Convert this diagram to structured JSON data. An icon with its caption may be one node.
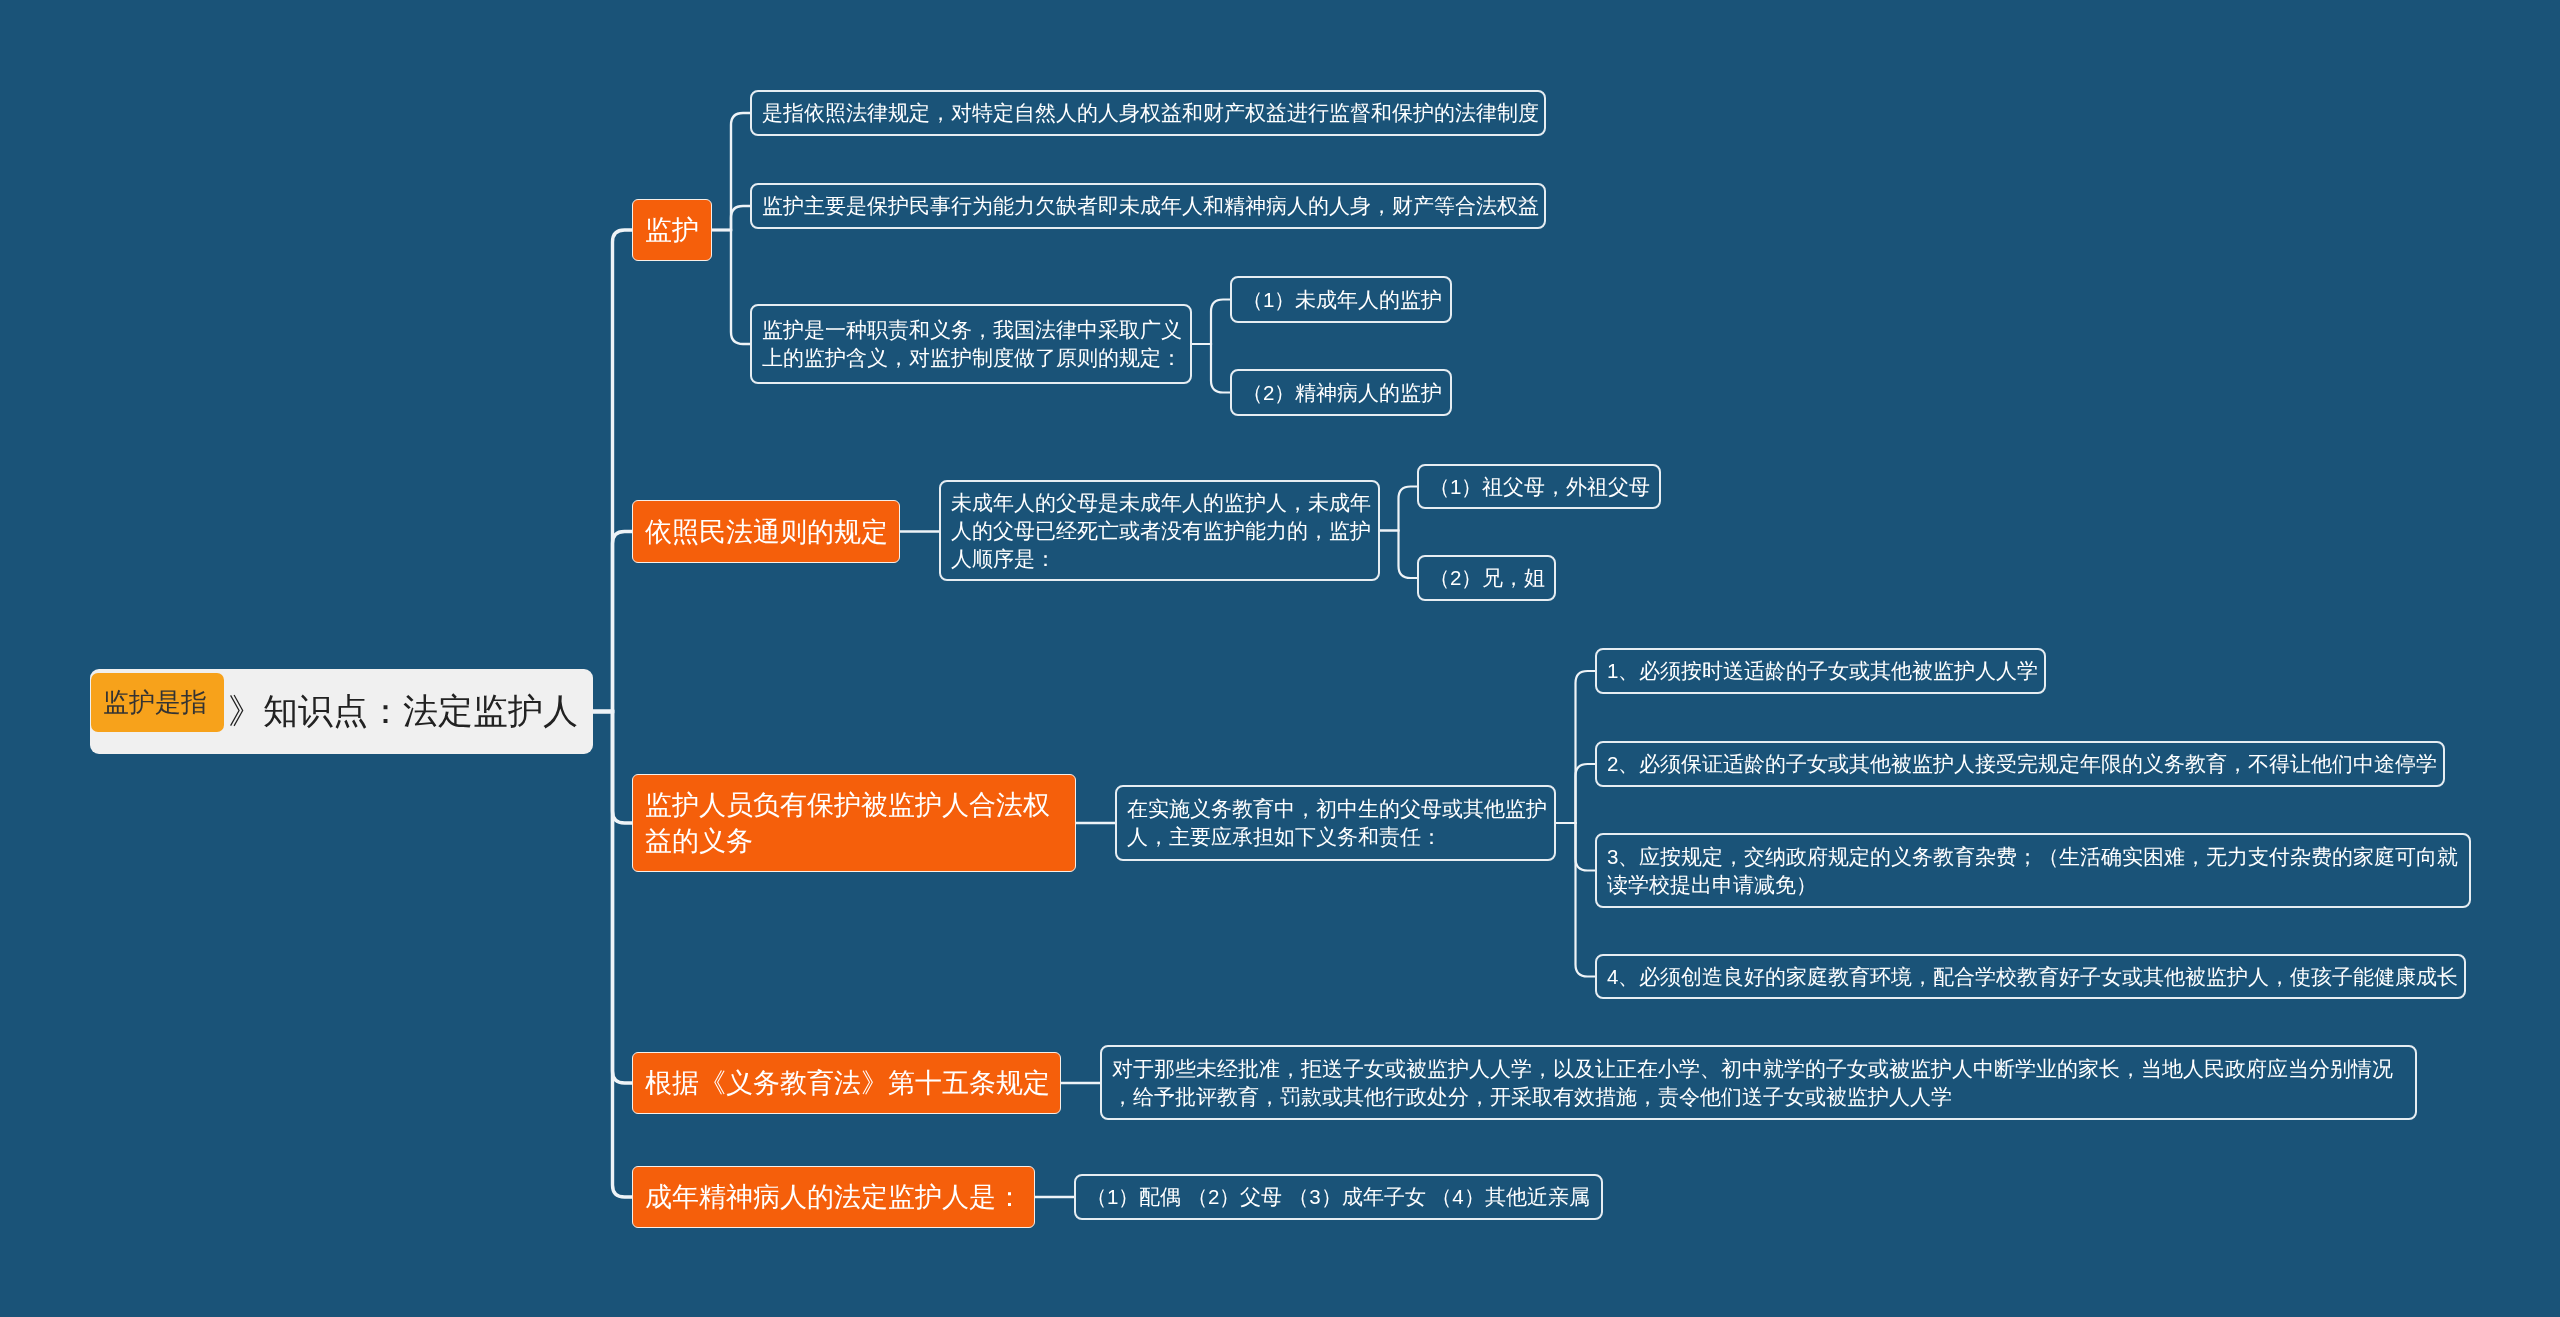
{
  "diagram": {
    "nodes": [
      {
        "text": [
          "》知识点：法定监护人"
        ]
      },
      {
        "text": [
          "监护是指"
        ],
        "in": 0
      },
      {
        "text": [
          "监护"
        ]
      },
      {
        "text": [
          "是指依照法律规定，对特定自然人的人身权益和财产权益进行监督和保护的法律制度"
        ]
      },
      {
        "text": [
          "监护主要是保护民事行为能力欠缺者即未成年人和精神病人的人身，财产等合法权益"
        ]
      },
      {
        "text": [
          "监护是一种职责和义务，我国法律中采取广义上的监护含义，对监护制度做了原则的规定："
        ]
      },
      {
        "text": [
          "（1）未成年人的监护"
        ]
      },
      {
        "text": [
          "（2）精神病人的监护"
        ]
      },
      {
        "text": [
          "依照民法通则的规定"
        ]
      },
      {
        "text": [
          "未成年人的父母是未成年人的监护人，未成年人的父母已经死亡或者没有监护能力的，监护人顺序是："
        ]
      },
      {
        "text": [
          "（1）祖父母，外祖父母"
        ]
      },
      {
        "text": [
          "（2）兄，姐"
        ]
      },
      {
        "text": [
          "监护人员负有保护被监护人合法权益的义务"
        ]
      },
      {
        "text": [
          "在实施义务教育中，初中生的父母或其他监护人，主要应承担如下义务和责任："
        ]
      },
      {
        "text": [
          "1、必须按时送适龄的子女或其他被监护人人学"
        ]
      },
      {
        "text": [
          "2、必须保证适龄的子女或其他被监护人接受完规定年限的义务教育，不得让他们中途停学"
        ]
      },
      {
        "text": [
          "3、应按规定，交纳政府规定的义务教育杂费；（生活确实困难，无力支付杂费的家庭可向就读学校提出申请减免）"
        ]
      },
      {
        "text": [
          "4、必须创造良好的家庭教育环境，配合学校教育好子女或其他被监护人，使孩子能健康成长"
        ]
      },
      {
        "text": [
          "根据《义务教育法》第十五条规定"
        ]
      },
      {
        "text": [
          "对于那些未经批准，拒送子女或被监护人人学，以及让正在小学、初中就学的子女或被监护人中断学业的家长，当地人民政府应当分别情况，给予批评教育，罚款或其他行政处分，开采取有效措施，责令他们送子女或被监护人人学"
        ]
      },
      {
        "text": [
          "成年精神病人的法定监护人是："
        ]
      },
      {
        "text": [
          "（1）配偶 （2）父母 （3）成年子女 （4）其他近亲属"
        ]
      }
    ],
    "edges": [
      {
        "from": 0,
        "to": 2,
        "arrow": "none"
      },
      {
        "from": 0,
        "to": 8,
        "arrow": "none"
      },
      {
        "from": 0,
        "to": 12,
        "arrow": "none"
      },
      {
        "from": 0,
        "to": 18,
        "arrow": "none"
      },
      {
        "from": 0,
        "to": 20,
        "arrow": "none"
      },
      {
        "from": 2,
        "to": 3,
        "arrow": "none"
      },
      {
        "from": 2,
        "to": 4,
        "arrow": "none"
      },
      {
        "from": 2,
        "to": 5,
        "arrow": "none"
      },
      {
        "from": 5,
        "to": 6,
        "arrow": "none"
      },
      {
        "from": 5,
        "to": 7,
        "arrow": "none"
      },
      {
        "from": 8,
        "to": 9,
        "arrow": "none"
      },
      {
        "from": 9,
        "to": 10,
        "arrow": "none"
      },
      {
        "from": 9,
        "to": 11,
        "arrow": "none"
      },
      {
        "from": 12,
        "to": 13,
        "arrow": "none"
      },
      {
        "from": 13,
        "to": 14,
        "arrow": "none"
      },
      {
        "from": 13,
        "to": 15,
        "arrow": "none"
      },
      {
        "from": 13,
        "to": 16,
        "arrow": "none"
      },
      {
        "from": 13,
        "to": 17,
        "arrow": "none"
      },
      {
        "from": 18,
        "to": 19,
        "arrow": "none"
      },
      {
        "from": 20,
        "to": 21,
        "arrow": "none"
      }
    ]
  }
}
